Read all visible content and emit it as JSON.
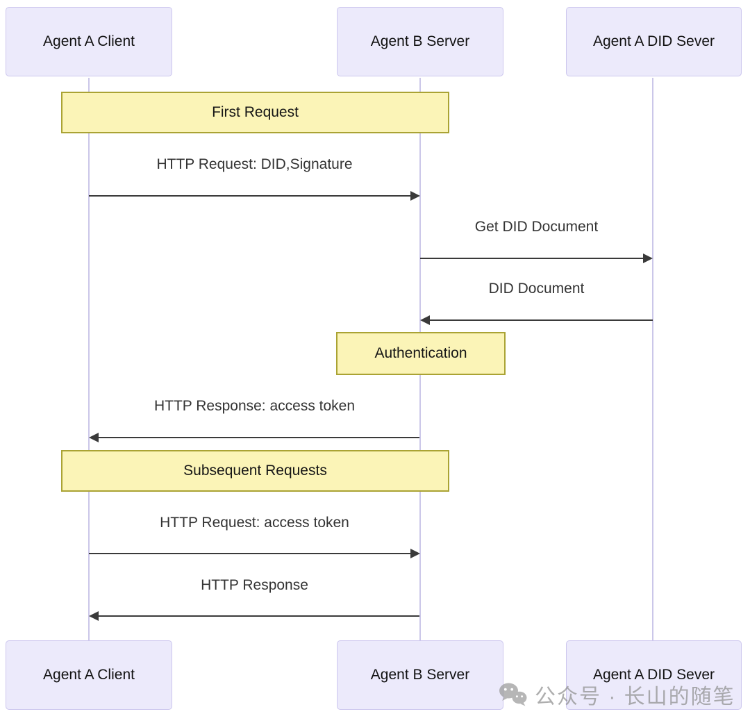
{
  "diagram": {
    "type": "sequence",
    "actors": [
      {
        "id": "agent-a-client",
        "label": "Agent A Client"
      },
      {
        "id": "agent-b-server",
        "label": "Agent B Server"
      },
      {
        "id": "agent-a-did-server",
        "label": "Agent A DID Sever"
      }
    ],
    "bands": [
      {
        "id": "first-request",
        "label": "First Request"
      },
      {
        "id": "authentication",
        "label": "Authentication"
      },
      {
        "id": "subsequent-requests",
        "label": "Subsequent Requests"
      }
    ],
    "messages": [
      {
        "label": "HTTP Request: DID,Signature",
        "from": "Agent A Client",
        "to": "Agent B Server",
        "direction": "right"
      },
      {
        "label": "Get DID Document",
        "from": "Agent B Server",
        "to": "Agent A DID Sever",
        "direction": "right"
      },
      {
        "label": "DID Document",
        "from": "Agent A DID Sever",
        "to": "Agent B Server",
        "direction": "left"
      },
      {
        "label": "HTTP Response: access token",
        "from": "Agent B Server",
        "to": "Agent A Client",
        "direction": "left"
      },
      {
        "label": "HTTP Request: access token",
        "from": "Agent A Client",
        "to": "Agent B Server",
        "direction": "right"
      },
      {
        "label": "HTTP Response",
        "from": "Agent B Server",
        "to": "Agent A Client",
        "direction": "left"
      }
    ],
    "watermark": {
      "icon": "wechat-icon",
      "text": "公众号 · 长山的随笔"
    },
    "colors": {
      "actor_fill": "#eceafb",
      "actor_border": "#ccc6ee",
      "band_fill": "#fbf4b7",
      "band_border": "#aaa334",
      "lifeline": "#cbc7e9",
      "arrow": "#3a3a3a",
      "message_text": "#333333",
      "watermark_gray": "#8f8f8f",
      "background": "#ffffff"
    }
  }
}
